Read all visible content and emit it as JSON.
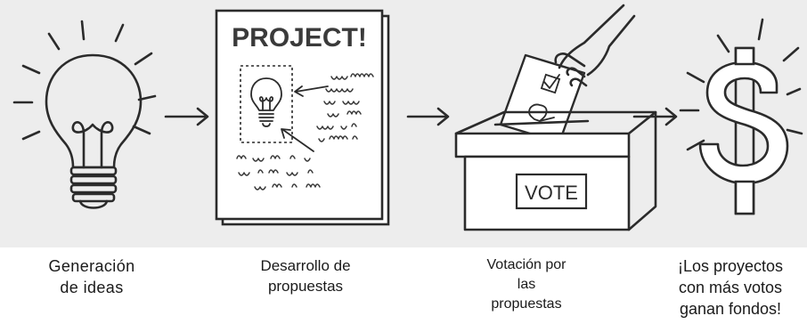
{
  "steps": [
    {
      "id": "ideas",
      "icon": "lightbulb-icon",
      "caption_lines": [
        "Generación",
        "de ideas"
      ]
    },
    {
      "id": "proposals",
      "icon": "project-document-icon",
      "doc_title": "PROJECT!",
      "caption_lines": [
        "Desarrollo de",
        "propuestas"
      ]
    },
    {
      "id": "voting",
      "icon": "ballot-box-icon",
      "box_label": "VOTE",
      "caption_lines": [
        "Votación por",
        "las",
        "propuestas"
      ]
    },
    {
      "id": "funding",
      "icon": "dollar-sign-icon",
      "caption_lines": [
        "¡Los proyectos",
        "con más votos",
        "ganan fondos!"
      ]
    }
  ],
  "arrows": [
    "arrow-right-icon",
    "arrow-right-icon",
    "arrow-right-icon"
  ],
  "colors": {
    "ink": "#2b2b2b",
    "band": "#ededed",
    "paper": "#ffffff",
    "text": "#1a1a1a"
  }
}
